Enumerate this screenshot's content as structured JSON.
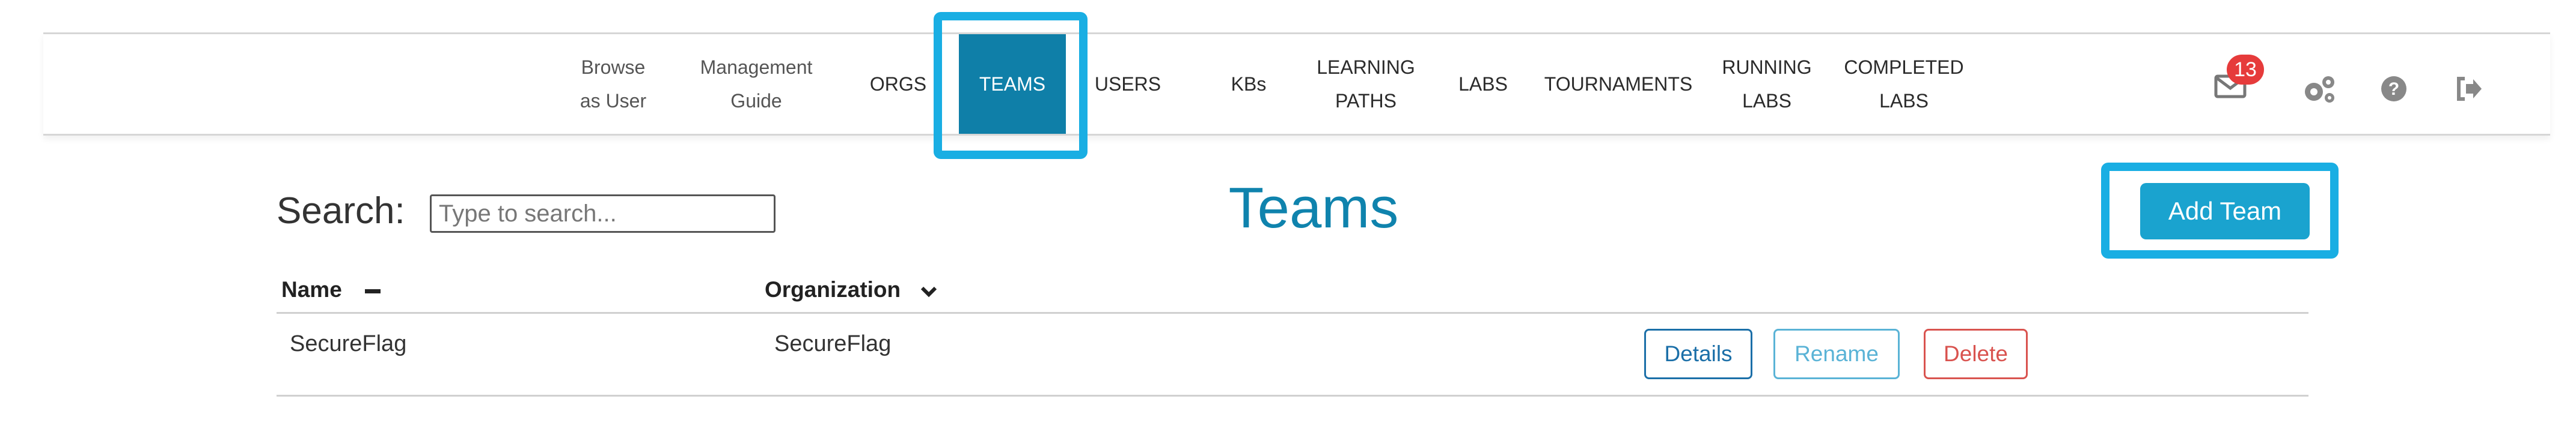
{
  "nav": {
    "items": [
      {
        "line1": "Browse",
        "line2": "as User"
      },
      {
        "line1": "Management",
        "line2": "Guide"
      },
      {
        "line1": "ORGS",
        "line2": ""
      },
      {
        "line1": "TEAMS",
        "line2": ""
      },
      {
        "line1": "USERS",
        "line2": ""
      },
      {
        "line1": "KBs",
        "line2": ""
      },
      {
        "line1": "LEARNING",
        "line2": "PATHS"
      },
      {
        "line1": "LABS",
        "line2": ""
      },
      {
        "line1": "TOURNAMENTS",
        "line2": ""
      },
      {
        "line1": "RUNNING",
        "line2": "LABS"
      },
      {
        "line1": "COMPLETED",
        "line2": "LABS"
      }
    ],
    "active": "TEAMS",
    "notifications_count": "13",
    "icons": [
      "mail-icon",
      "settings-gears-icon",
      "help-icon",
      "logout-icon"
    ]
  },
  "search": {
    "label": "Search:",
    "placeholder": "Type to search..."
  },
  "page": {
    "title": "Teams",
    "add_button": "Add Team"
  },
  "table": {
    "headers": {
      "name": "Name",
      "organization": "Organization"
    },
    "rows": [
      {
        "name": "SecureFlag",
        "organization": "SecureFlag",
        "actions": {
          "details": "Details",
          "rename": "Rename",
          "delete": "Delete"
        }
      }
    ]
  },
  "colors": {
    "accent": "#0f7fa8",
    "highlight": "#19aee3",
    "badge": "#e63b3b",
    "danger": "#d9534f",
    "info": "#1b6fa8",
    "muted_info": "#5ab3d6"
  }
}
